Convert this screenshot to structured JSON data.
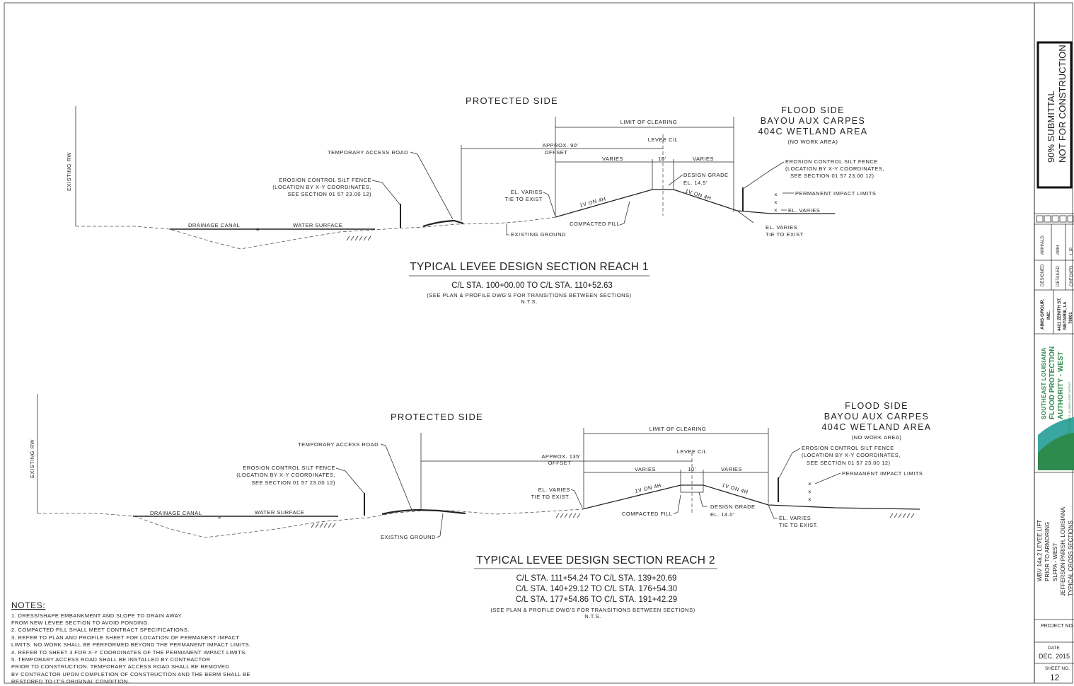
{
  "section1": {
    "protected_side": "PROTECTED SIDE",
    "flood_side": [
      "FLOOD SIDE",
      "BAYOU AUX CARPES",
      "404C WETLAND AREA"
    ],
    "no_work_area": "(NO WORK AREA)",
    "limit_of_clearing": "LIMIT OF CLEARING",
    "levee_cl": "LEVEE C/L",
    "approx_offset": "APPROX. 90'",
    "offset": "OFFSET",
    "varies_left": "VARIES",
    "ten_ft": "10'",
    "varies_right": "VARIES",
    "design_grade": [
      "DESIGN GRADE",
      "EL. 14.5'"
    ],
    "temp_access_road": "TEMPORARY ACCESS ROAD",
    "erosion_left": [
      "EROSION CONTROL SILT FENCE",
      "(LOCATION BY X-Y COORDINATES,",
      "SEE SECTION 01 57 23.00 12)"
    ],
    "erosion_right": [
      "EROSION CONTROL SILT FENCE",
      "(LOCATION BY X-Y COORDINATES,",
      "SEE SECTION 01 57 23.00 12)"
    ],
    "permanent_impact": "PERMANENT IMPACT LIMITS",
    "el_varies": "EL. VARIES",
    "el_varies_tie_left": [
      "EL. VARIES",
      "TIE TO EXIST"
    ],
    "el_varies_tie_right": [
      "EL. VARIES",
      "TIE TO EXIST"
    ],
    "slope_left": "1V ON 4H",
    "slope_right": "1V ON 4H",
    "compacted_fill": "COMPACTED FILL",
    "existing_ground": "EXISTING GROUND",
    "drainage_canal": "DRAINAGE CANAL",
    "water_surface": "WATER SURFACE",
    "existing_rw": "EXISTING RW",
    "title": "TYPICAL LEVEE DESIGN SECTION REACH 1",
    "stations": [
      "C/L STA. 100+00.00  TO C/L STA. 110+52.63"
    ],
    "see_plan": "(SEE PLAN & PROFILE DWG'S FOR TRANSITIONS BETWEEN SECTIONS)",
    "nts": "N.T.S."
  },
  "section2": {
    "protected_side": "PROTECTED SIDE",
    "flood_side": [
      "FLOOD SIDE",
      "BAYOU AUX CARPES",
      "404C WETLAND AREA"
    ],
    "no_work_area": "(NO WORK AREA)",
    "limit_of_clearing": "LIMIT OF CLEARING",
    "levee_cl": "LEVEE C/L",
    "approx_offset": "APPROX. 135'",
    "offset": "OFFSET",
    "varies_left": "VARIES",
    "ten_ft": "10'",
    "varies_right": "VARIES",
    "design_grade": [
      "DESIGN GRADE",
      "EL. 14.0'"
    ],
    "temp_access_road": "TEMPORARY ACCESS ROAD",
    "erosion_left": [
      "EROSION CONTROL SILT FENCE",
      "(LOCATION BY X-Y COORDINATES,",
      "SEE SECTION 01 57 23.00 12)"
    ],
    "erosion_right": [
      "EROSION CONTROL SILT FENCE",
      "(LOCATION BY X-Y COORDINATES,",
      "SEE SECTION 01 57 23.00 12)"
    ],
    "permanent_impact": "PERMANENT IMPACT LIMITS",
    "el_varies_tie_left": [
      "EL. VARIES",
      "TIE TO EXIST."
    ],
    "el_varies_tie_right": [
      "EL. VARIES",
      "TIE TO EXIST."
    ],
    "slope_left": "1V ON 4H",
    "slope_right": "1V ON 4H",
    "compacted_fill": "COMPACTED FILL",
    "existing_ground": "EXISTING GROUND",
    "drainage_canal": "DRAINAGE CANAL",
    "water_surface": "WATER SURFACE",
    "existing_rw": "EXISTING RW",
    "title": "TYPICAL LEVEE DESIGN SECTION REACH 2",
    "stations": [
      "C/L STA. 111+54.24 TO C/L STA. 139+20.69",
      "C/L STA. 140+29.12 TO C/L STA. 176+54.30",
      "C/L STA. 177+54.86 TO C/L STA. 191+42.29"
    ],
    "see_plan": "(SEE PLAN & PROFILE DWG'S FOR TRANSITIONS BETWEEN SECTIONS)",
    "nts": "N.T.S."
  },
  "notes": {
    "heading": "NOTES:",
    "lines": [
      "1. DRESS/SHAPE EMBANKMENT AND SLOPE TO DRAIN AWAY",
      "    FROM NEW LEVEE SECTION TO AVOID PONDING.",
      "2. COMPACTED FILL SHALL MEET CONTRACT SPECIFICATIONS.",
      "3. REFER TO PLAN AND PROFILE SHEET FOR LOCATION OF PERMANENT IMPACT",
      "    LIMITS. NO WORK SHALL BE PERFORMED BEYOND THE PERMANENT IMPACT LIMITS.",
      "4. REFER TO SHEET 3 FOR X-Y COORDINATES OF THE PERMANENT IMPACT LIMITS.",
      "5. TEMPORARY ACCESS ROAD SHALL BE INSTALLED BY CONTRACTOR",
      "    PRIOR TO CONSTRUCTION. TEMPORARY ACCESS ROAD SHALL BE REMOVED",
      "    BY CONTRACTOR UPON COMPLETION OF CONSTRUCTION AND THE BERM SHALL BE",
      "    RESTORED TO IT'S ORIGINAL CONDITION."
    ]
  },
  "title_block": {
    "submittal": [
      "90% SUBMITTAL",
      "NOT FOR CONSTRUCTION"
    ],
    "designed": "DESIGNED",
    "designed_by": "AMH/ALD",
    "detailed": "DETAILED",
    "detailed_by": "AMH",
    "checked": "CHECKED",
    "checked_by": "LJP",
    "firm": [
      "AIMS GROUP,",
      "INC."
    ],
    "address": [
      "4421 ZENITH ST.",
      "METAIRIE, LA",
      "70001"
    ],
    "agency_logo": [
      "SOUTHEAST LOUISIANA",
      "FLOOD PROTECTION",
      "AUTHORITY - WEST",
      "WEST JEFFERSON LEVEE DISTRICT | ALGIERS LEVEE DISTRICT"
    ],
    "project": [
      "WBV 14a.2 LEVEE LIFT",
      "PRIOR TO ARMORING",
      "SLFPA - WEST",
      "JEFFERSON PARISH, LOUISIANA",
      "TYPICAL CROSS SECTIONS"
    ],
    "project_no_label": "PROJECT NO.",
    "date_label": "DATE",
    "date": "DEC. 2015",
    "sheet_no_label": "SHEET NO.",
    "sheet_no": "12"
  },
  "colors": {
    "logo_green": "#2e8b4e",
    "logo_teal": "#3aa6a0",
    "ink": "#222222"
  }
}
